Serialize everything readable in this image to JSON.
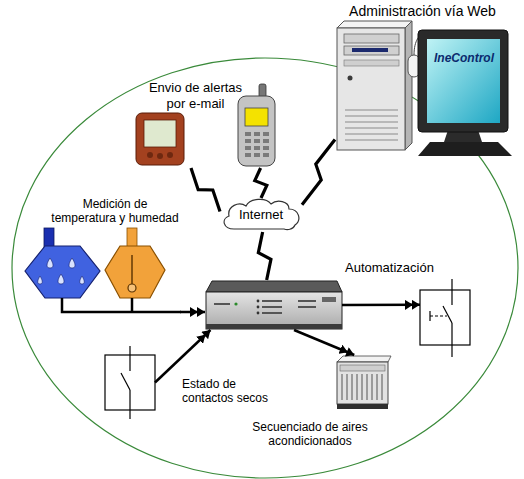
{
  "diagram": {
    "nodes": [
      {
        "text": [
          "Administración vía Web",
          "IneControl"
        ]
      },
      {
        "text": [
          "Envio de alertas por e-mail"
        ]
      },
      {
        "text": [
          "Internet"
        ]
      },
      {
        "text": [
          "Medición de temperatura y humedad"
        ]
      },
      {
        "text": []
      },
      {
        "text": [
          "Automatización"
        ]
      },
      {
        "text": [
          "Estado de contactos secos"
        ]
      },
      {
        "text": [
          "Secuenciado de aires acondicionados"
        ]
      }
    ],
    "edges": [
      {
        "from": 0,
        "to": 2,
        "arrow": "none"
      },
      {
        "from": 1,
        "to": 2,
        "arrow": "none"
      },
      {
        "from": 1,
        "to": 2,
        "arrow": "none"
      },
      {
        "from": 4,
        "to": 2,
        "arrow": "none"
      },
      {
        "from": 3,
        "to": 4,
        "arrow": "to"
      },
      {
        "from": 6,
        "to": 4,
        "arrow": "to"
      },
      {
        "from": 4,
        "to": 5,
        "arrow": "to"
      },
      {
        "from": 4,
        "to": 7,
        "arrow": "to"
      }
    ]
  }
}
